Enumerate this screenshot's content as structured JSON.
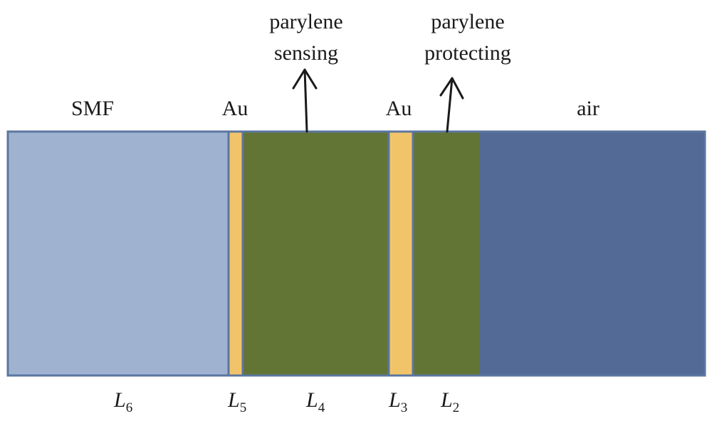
{
  "top_labels": {
    "smf": "SMF",
    "au_left": "Au",
    "parylene_sensing_line1": "parylene",
    "parylene_sensing_line2": "sensing",
    "au_right": "Au",
    "parylene_protecting_line1": "parylene",
    "parylene_protecting_line2": "protecting",
    "air": "air"
  },
  "bottom_labels": [
    {
      "letter": "L",
      "sub": "6"
    },
    {
      "letter": "L",
      "sub": "5"
    },
    {
      "letter": "L",
      "sub": "4"
    },
    {
      "letter": "L",
      "sub": "3"
    },
    {
      "letter": "L",
      "sub": "2"
    }
  ],
  "colors": {
    "smf": "#9fb3d1",
    "gold": "#f2c46a",
    "parylene": "#627535",
    "air": "#526a95",
    "border": "#5b76a0",
    "arrow": "#1a1a1a"
  }
}
